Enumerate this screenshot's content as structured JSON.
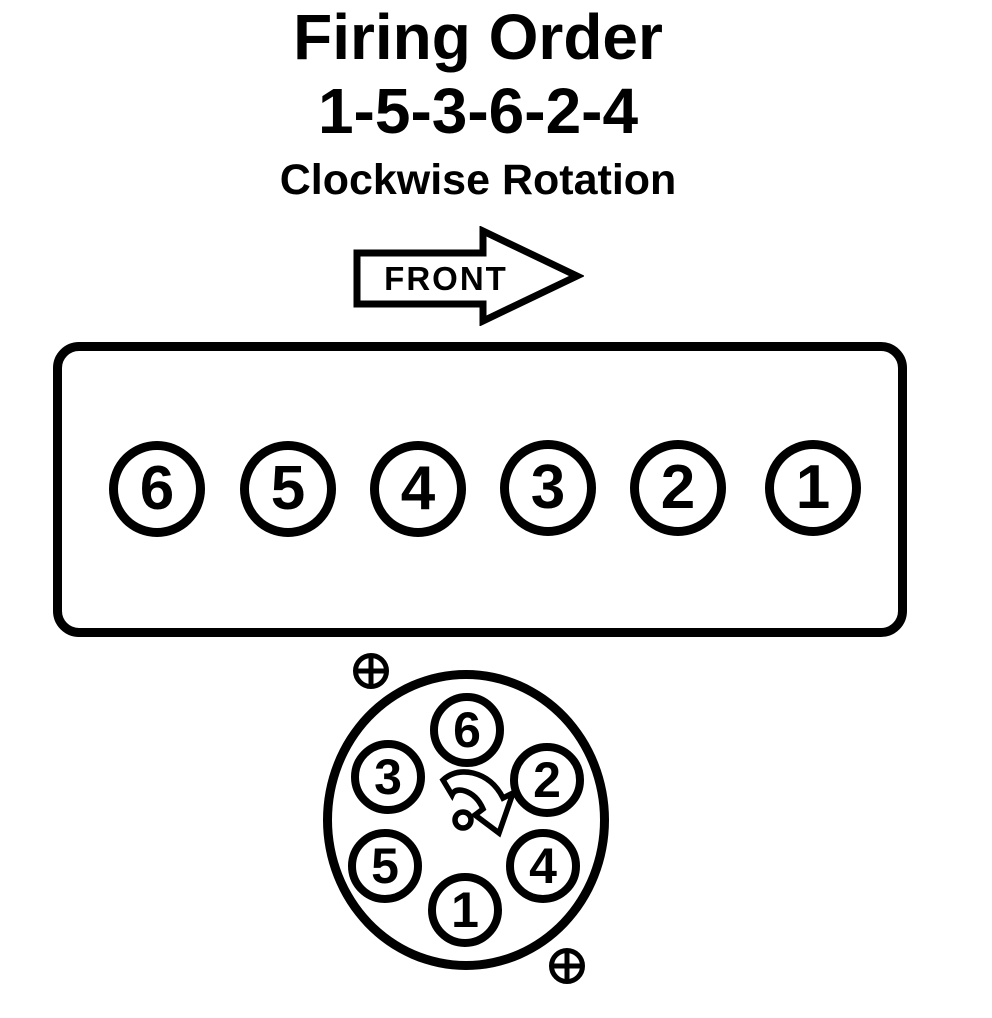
{
  "title": {
    "heading": "Firing Order",
    "sequence": "1-5-3-6-2-4",
    "rotation_note": "Clockwise Rotation"
  },
  "front_arrow": {
    "label": "FRONT",
    "direction": "right"
  },
  "engine_block": {
    "cylinders": [
      "6",
      "5",
      "4",
      "3",
      "2",
      "1"
    ]
  },
  "distributor": {
    "rotation": "clockwise",
    "terminals": [
      {
        "label": "6",
        "position": "top"
      },
      {
        "label": "2",
        "position": "upper-right"
      },
      {
        "label": "4",
        "position": "lower-right"
      },
      {
        "label": "1",
        "position": "bottom"
      },
      {
        "label": "5",
        "position": "lower-left"
      },
      {
        "label": "3",
        "position": "upper-left"
      }
    ],
    "screws": [
      "top-left",
      "bottom-right"
    ]
  },
  "colors": {
    "ink": "#000000",
    "background": "#ffffff"
  }
}
